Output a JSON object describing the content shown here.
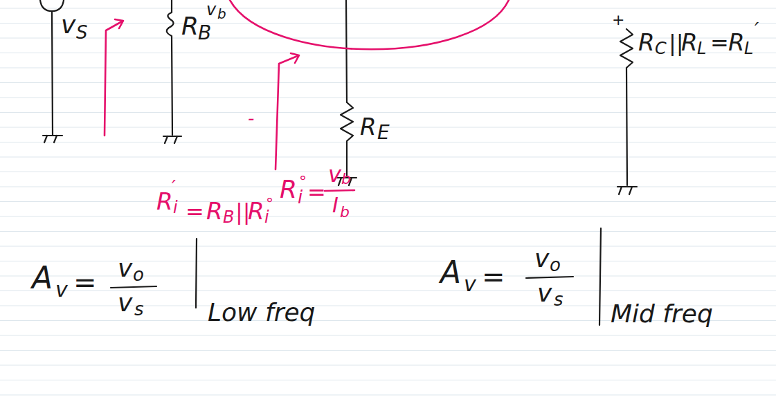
{
  "diagram": {
    "labels": [
      "v",
      "S",
      "R",
      "B",
      "v",
      "b",
      "R",
      "E",
      "R",
      "C",
      "||",
      "R",
      "L",
      "=",
      "R",
      "L",
      "′",
      "+",
      "R",
      "i",
      "′",
      "=",
      "R",
      "B",
      "||",
      "R",
      "i",
      "°",
      "R",
      "i",
      "°",
      "=",
      "v",
      "b",
      "I",
      "b",
      "-",
      "A",
      "v",
      "=",
      "v",
      "o",
      "v",
      "s",
      "Low freq",
      "A",
      "v",
      "=",
      "v",
      "o",
      "v",
      "s",
      "Mid freq"
    ]
  }
}
